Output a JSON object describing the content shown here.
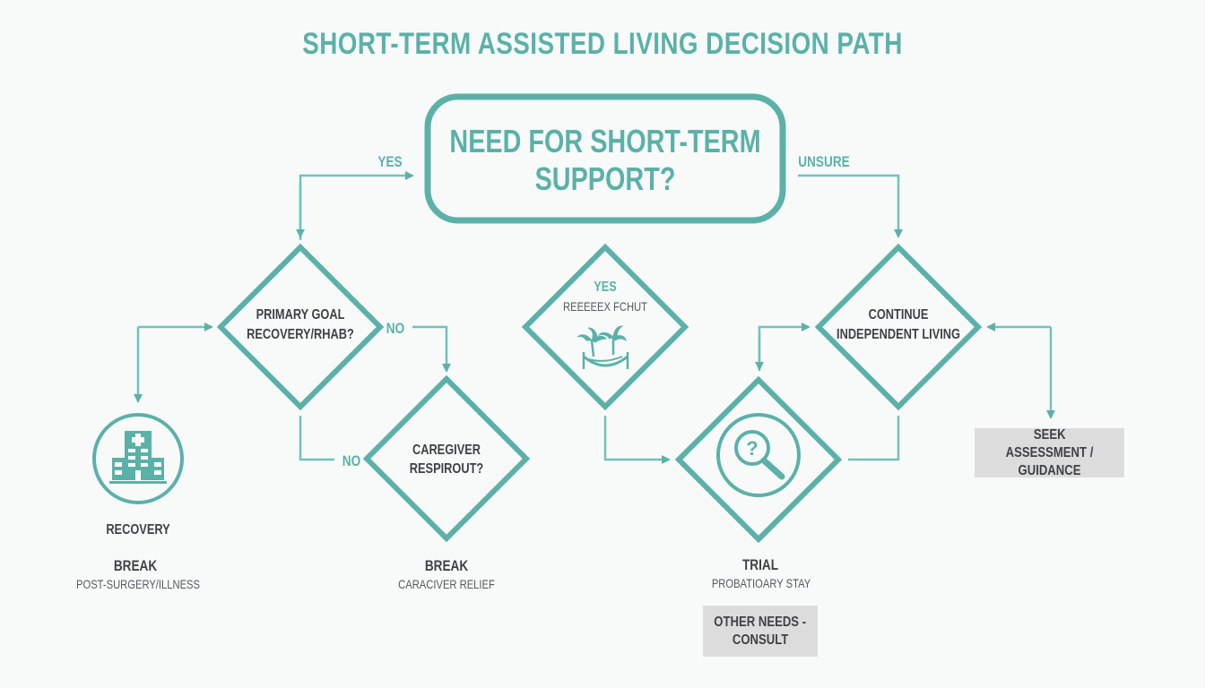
{
  "title": "SHORT-TERM ASSISTED LIVING DECISION PATH",
  "colors": {
    "accent": "#5bb1a8",
    "connector": "#72c1ba",
    "text_dark": "#3e4246",
    "box_gray": "#dcdcdc",
    "background": "#f8fafa"
  },
  "start_node": {
    "line1": "NEED FOR SHORT-TERM",
    "line2": "SUPPORT?"
  },
  "edge_labels": {
    "yes_top": "YES",
    "unsure_top": "UNSURE",
    "no_right": "NO",
    "no_bottom": "NO"
  },
  "decisions": {
    "primary_goal": {
      "line1": "PRIMARY GOAL",
      "line2": "RECOVERY/RHAB?"
    },
    "caregiver": {
      "line1": "CAREGIVER",
      "line2": "RESPIROUT?"
    },
    "respite_break": {
      "yes_label": "YES",
      "line2": "REEEEEX FCHUT",
      "icon": "hammock-palm-icon"
    },
    "continue_independent": {
      "line1": "CONTINUE",
      "line2": "INDEPENDENT LIVING"
    },
    "trial": {
      "icon": "magnifier-question-icon"
    }
  },
  "outcomes": {
    "recovery": {
      "icon": "hospital-icon",
      "label": "RECOVERY",
      "title": "BREAK",
      "subtitle": "POST-SURGERY/ILLNESS"
    },
    "caregiver_break": {
      "title": "BREAK",
      "subtitle": "CARACIVER RELIEF"
    },
    "trial": {
      "title": "TRIAL",
      "subtitle": "PROBATIOARY STAY"
    },
    "other_needs": {
      "line1": "OTHER NEEDS -",
      "line2": "CONSULT"
    },
    "seek_assessment": {
      "line1": "SEEK",
      "line2": "ASSESSMENT / GUIDANCE"
    }
  }
}
